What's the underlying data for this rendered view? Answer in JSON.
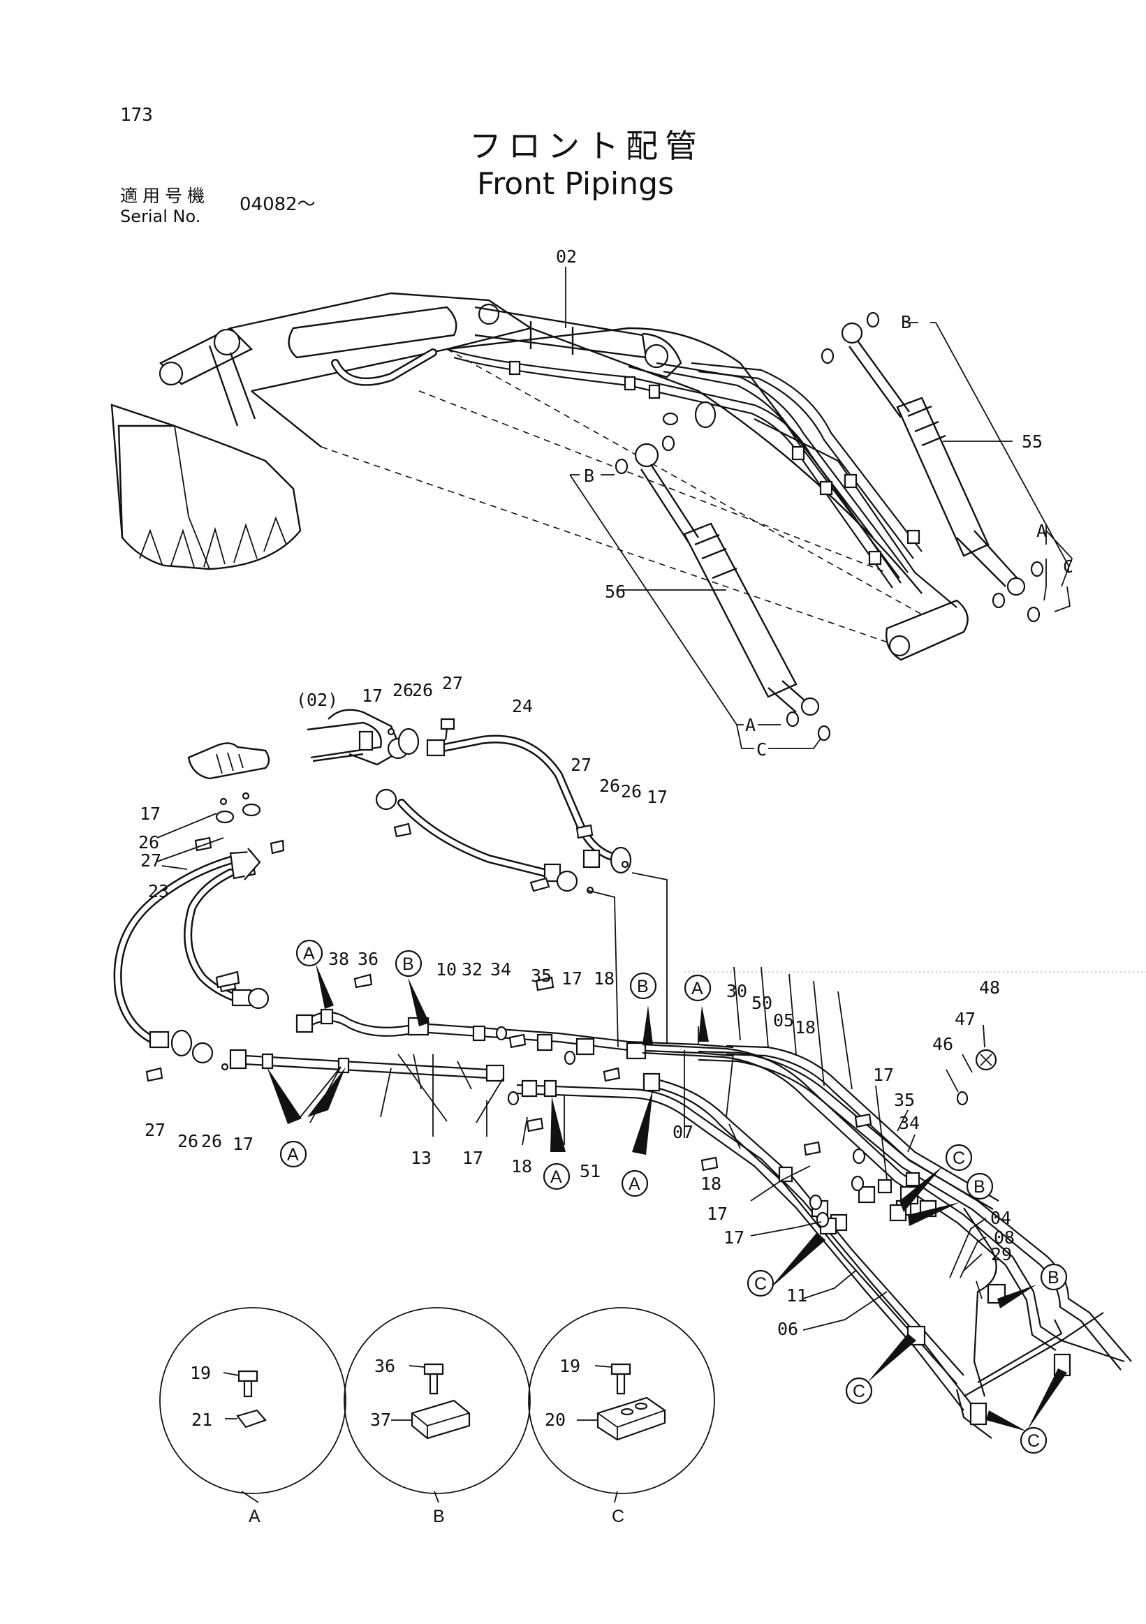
{
  "header": {
    "page_number": "173",
    "title_ja": "フロント配管",
    "title_en": "Front Pipings",
    "serial_label_ja": "適用号機",
    "serial_label_en": "Serial No.",
    "serial_value": "04082～"
  },
  "callouts": {
    "c_02": "02",
    "c_55": "55",
    "c_56": "56",
    "c_p02": "(02)",
    "c_24": "24",
    "c_23": "23",
    "c_13": "13",
    "c_51": "51",
    "c_07": "07",
    "c_10": "10",
    "c_32": "32",
    "c_30": "30",
    "c_50": "50",
    "c_05": "05",
    "c_04": "04",
    "c_08": "08",
    "c_29": "29",
    "c_11": "11",
    "c_06": "06",
    "c_17a": "17",
    "c_26a": "26",
    "c_26b": "26",
    "c_27a": "27",
    "c_27b": "27",
    "c_26c": "26",
    "c_26d": "26",
    "c_17b": "17",
    "c_17c": "17",
    "c_26e": "26",
    "c_27c": "27",
    "c_27d": "27",
    "c_26f": "26",
    "c_26g": "26",
    "c_17d": "17",
    "c_38": "38",
    "c_36": "36",
    "c_34a": "34",
    "c_35a": "35",
    "c_17e": "17",
    "c_18a": "18",
    "c_17f": "17",
    "c_18b": "18",
    "c_18c": "18",
    "c_17g": "17",
    "c_35b": "35",
    "c_34b": "34",
    "c_18d": "18",
    "c_17h": "17",
    "c_17i": "17",
    "c_48": "48",
    "c_47": "47",
    "c_46": "46"
  },
  "cross_refs": {
    "b1": "B",
    "a1": "A",
    "c1": "C",
    "b2": "B",
    "a2": "A",
    "c2": "C"
  },
  "circle_labels": {
    "A1": "A",
    "B1": "B",
    "B2": "B",
    "A2": "A",
    "A3": "A",
    "A4": "A",
    "A5": "A",
    "C1": "C",
    "B3": "B",
    "C2": "C",
    "B4": "B",
    "C3": "C",
    "C4": "C"
  },
  "details": [
    {
      "letter": "A",
      "bolt": "19",
      "clamp": "21"
    },
    {
      "letter": "B",
      "bolt": "36",
      "clamp": "37"
    },
    {
      "letter": "C",
      "bolt": "19",
      "clamp": "20"
    }
  ]
}
